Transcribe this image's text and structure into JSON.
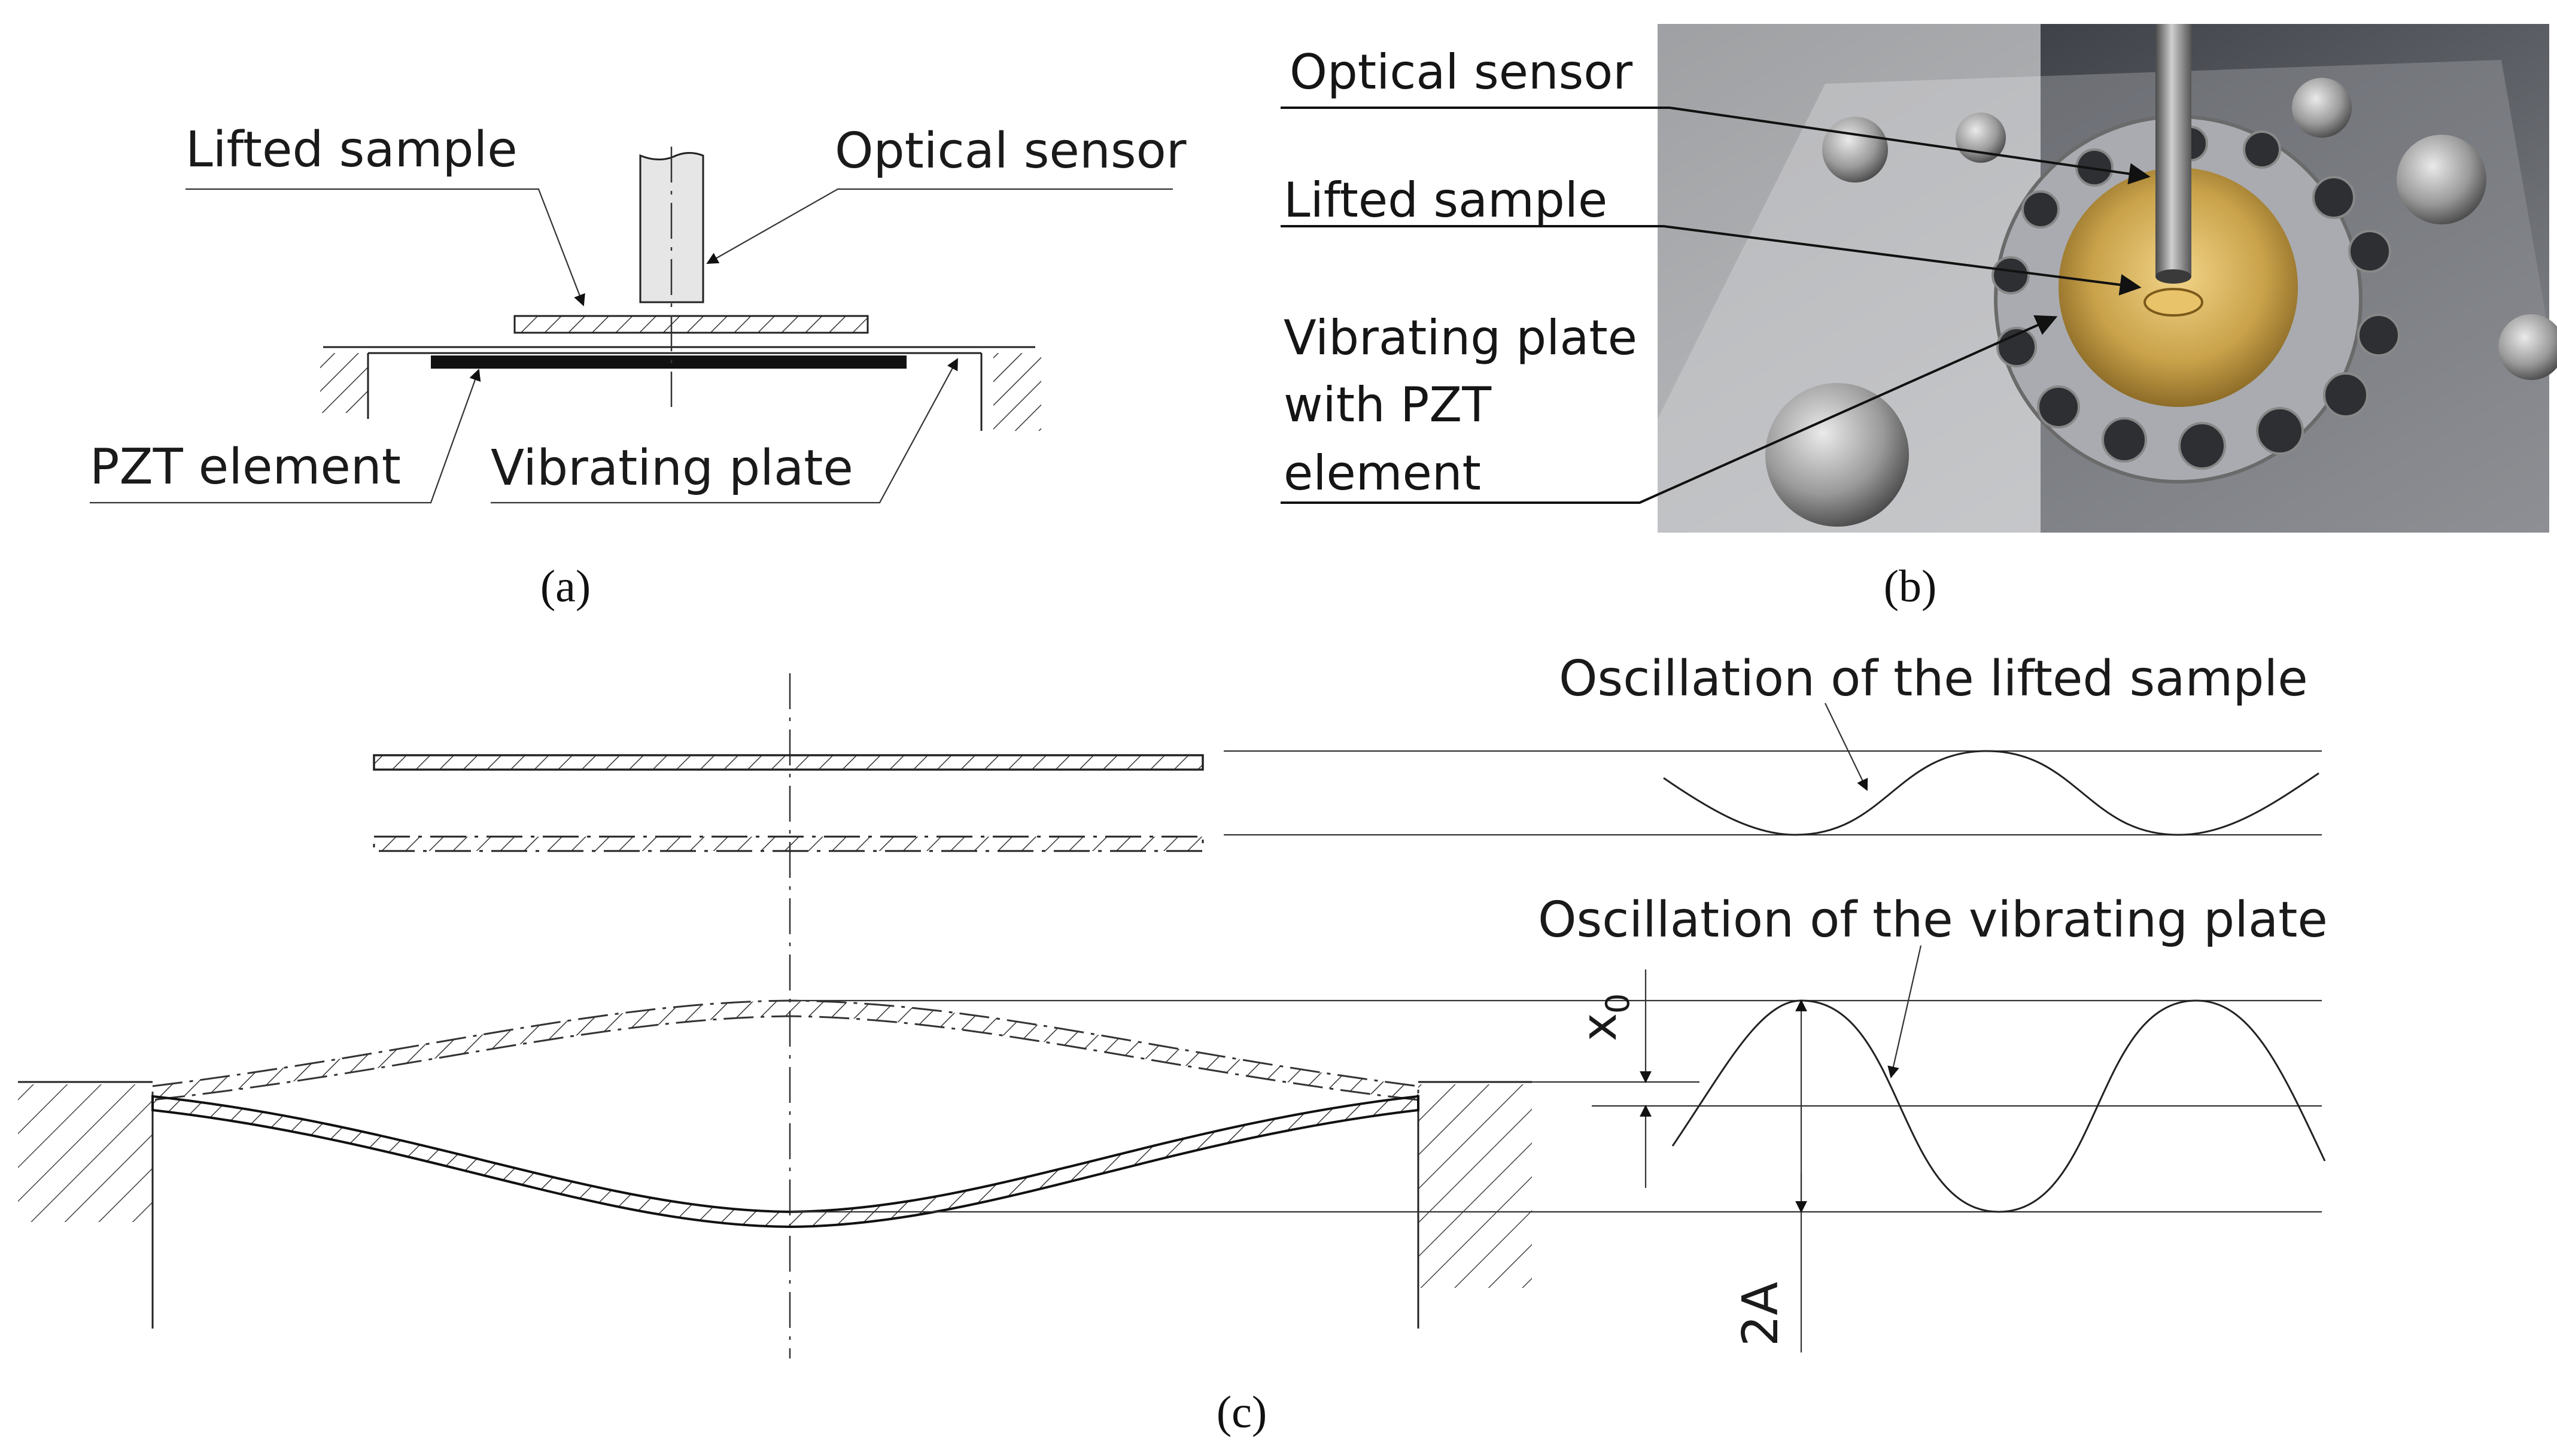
{
  "panel_a": {
    "labels": {
      "lifted_sample": "Lifted sample",
      "optical_sensor": "Optical sensor",
      "pzt_element": "PZT element",
      "vibrating_plate": "Vibrating plate"
    },
    "caption": "(a)"
  },
  "panel_b": {
    "labels": {
      "optical_sensor": "Optical sensor",
      "lifted_sample": "Lifted sample",
      "vibrating_plate_line1": "Vibrating plate",
      "vibrating_plate_line2": "with PZT",
      "vibrating_plate_line3": "element"
    },
    "caption": "(b)"
  },
  "panel_c": {
    "labels": {
      "oscillation_sample": "Oscillation of the lifted sample",
      "oscillation_plate": "Oscillation of the vibrating plate",
      "x0": "x",
      "x0_sub": "0",
      "two_a": "2A"
    },
    "caption": "(c)"
  },
  "colors": {
    "line": "#222222",
    "pzt": "#111111",
    "photo_bg": "#3a3a3a",
    "brass": "#c9a24a"
  }
}
